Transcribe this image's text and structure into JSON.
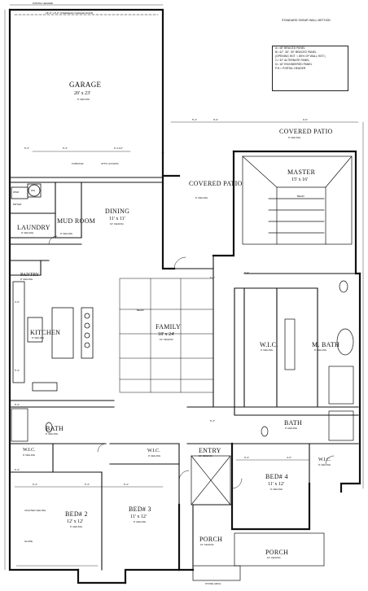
{
  "title": "STANDARD SHEAR WALL METHOD",
  "legend": [
    "A= 48\" BRACED PANEL",
    "B= 42\", 36\", 30\" BRACED PANEL",
    "(OPENING HGT. < 85% OF WALL HGT.)",
    "C= 32\" ALTERNATE PANEL",
    "D= 16\" ENGINEERED PANEL",
    "P.H.= PORTAL HEADER"
  ],
  "rooms": {
    "garage": {
      "name": "GARAGE",
      "size": "20' x 23'",
      "ceiling": "9' CEILING"
    },
    "dining": {
      "name": "DINING",
      "size": "11' x 11'",
      "ceiling": "10' CEILING"
    },
    "family": {
      "name": "FAMILY",
      "size": "18' x 24'",
      "ceiling": "10' CEILING"
    },
    "master": {
      "name": "MASTER",
      "size": "15' x 16'"
    },
    "covered_patio_top": {
      "name": "COVERED PATIO",
      "ceiling": "9' CEILING"
    },
    "covered_patio_side": {
      "name": "COVERED PATIO",
      "ceiling": "9' CEILING"
    },
    "laundry": {
      "name": "LAUNDRY",
      "ceiling": "9' CEILING"
    },
    "mud_room": {
      "name": "MUD ROOM",
      "ceiling": "9' CEILING"
    },
    "kitchen": {
      "name": "KITCHEN",
      "ceiling": "9' CEILING"
    },
    "pantry": {
      "name": "PANTRY",
      "ceiling": "9' CEILING"
    },
    "wic_master": {
      "name": "W.I.C.",
      "ceiling": "9' CEILING"
    },
    "mbath": {
      "name": "M. BATH",
      "ceiling": "9' CEILING"
    },
    "bath_left": {
      "name": "BATH",
      "ceiling": "9' CEILING"
    },
    "bath_right": {
      "name": "BATH",
      "ceiling": "9' CEILING"
    },
    "wic_center": {
      "name": "W.I.C.",
      "ceiling": "9' CEILING"
    },
    "wic_right": {
      "name": "W.I.C.",
      "ceiling": "9' CEILING"
    },
    "wic_left": {
      "name": "W.I.C.",
      "ceiling": "9' CEILING"
    },
    "entry": {
      "name": "ENTRY",
      "ceiling": "10' CEILING"
    },
    "bed2": {
      "name": "BED# 2",
      "size": "12' x 12'",
      "ceiling": "9' CEILING"
    },
    "bed3": {
      "name": "BED# 3",
      "size": "11' x 12'",
      "ceiling": "9' CEILING"
    },
    "bed4": {
      "name": "BED# 4",
      "size": "11' x 12'",
      "ceiling": "9' CEILING"
    },
    "porch_center": {
      "name": "PORCH",
      "ceiling": "10' CEILING"
    },
    "porch_right": {
      "name": "PORCH",
      "ceiling": "10' CEILING"
    }
  },
  "notes": {
    "garage_door": "18'-0\" x 8'-0\" OVERHEAD GARAGE DOOR",
    "portal_header": "PORTAL HEADER",
    "attic_access": "ATTIC ACCESS",
    "furnace": "FURNACE",
    "water_heater": "WH",
    "washer": "WSR",
    "dryer": "DRYER",
    "vaulted_ceiling": "VAULTED CEILING",
    "slope": "SLOPE",
    "beam": "BEAM",
    "stone_arch": "STONE ARCH"
  },
  "dims": [
    "5'-4\"",
    "5'-4\"",
    "6'-4 1/2\"",
    "5'-4\"",
    "9'-0\"",
    "9'-0\"",
    "6'-4\"",
    "5'-4\"",
    "5'-4\"",
    "6'-4\"",
    "4'-0\"",
    "5'-4\"",
    "5'-4\"",
    "5'-4\"",
    "3'-0\"",
    "5'-4\"",
    "5'-4\"",
    "5'-4\""
  ]
}
